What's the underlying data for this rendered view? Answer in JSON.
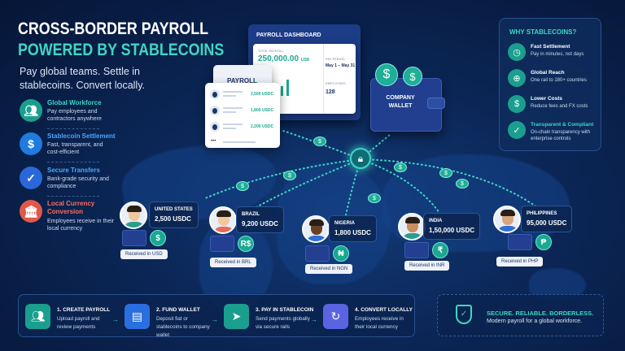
{
  "header": {
    "title_line1": "CROSS-BORDER PAYROLL",
    "title_line2": "POWERED BY STABLECOINS",
    "subtitle": "Pay global teams. Settle in stablecoins. Convert locally."
  },
  "features": [
    {
      "title": "Global Workforce",
      "desc": "Pay employees and contractors anywhere",
      "icon": "people-icon",
      "color": "#1a9f8f",
      "title_color": "#3fd6c4"
    },
    {
      "title": "Stablecoin Settlement",
      "desc": "Fast, transparent, and cost-efficient",
      "icon": "dollar-coin-icon",
      "color": "#1f7be0",
      "title_color": "#4aa6ff"
    },
    {
      "title": "Secure Transfers",
      "desc": "Bank-grade security and compliance",
      "icon": "shield-check-icon",
      "color": "#2a67d8",
      "title_color": "#4aa6ff"
    },
    {
      "title": "Local Currency Conversion",
      "desc": "Employees receive in their local currency",
      "icon": "bank-icon",
      "color": "#e0584a",
      "title_color": "#ff6b5b"
    }
  ],
  "dashboard": {
    "title": "PAYROLL DASHBOARD",
    "total_label": "TOTAL PAYROLL",
    "total_value": "250,000.00",
    "total_unit": "USD",
    "period_label": "PAY PERIOD",
    "period_value": "May 1 – May 31",
    "employees_label": "EMPLOYEES",
    "employees_value": "128"
  },
  "payroll_sheet": {
    "title": "PAYROLL",
    "rows": [
      "2,500 USDC",
      "1,800 USDC",
      "2,200 USDC"
    ]
  },
  "wallet": {
    "label": "COMPANY WALLET"
  },
  "why": {
    "heading": "WHY STABLECOINS?",
    "items": [
      {
        "title": "Fast Settlement",
        "desc": "Pay in minutes, not days",
        "icon": "clock-icon"
      },
      {
        "title": "Global Reach",
        "desc": "One rail to 180+ countries",
        "icon": "globe-icon"
      },
      {
        "title": "Lower Costs",
        "desc": "Reduce fees and FX costs",
        "icon": "dollar-icon"
      },
      {
        "title": "Transparent & Compliant",
        "desc": "On-chain transparency with enterprise controls",
        "icon": "shield-check-icon"
      }
    ]
  },
  "countries": [
    {
      "name": "UNITED STATES",
      "amount": "2,500 USDC",
      "currency_symbol": "$",
      "received": "Received in USD"
    },
    {
      "name": "BRAZIL",
      "amount": "9,200 USDC",
      "currency_symbol": "R$",
      "received": "Received in BRL"
    },
    {
      "name": "NIGERIA",
      "amount": "1,800 USDC",
      "currency_symbol": "₦",
      "received": "Received in NGN"
    },
    {
      "name": "INDIA",
      "amount": "1,50,000 USDC",
      "currency_symbol": "₹",
      "received": "Received in INR"
    },
    {
      "name": "PHILIPPINES",
      "amount": "95,000 USDC",
      "currency_symbol": "₱",
      "received": "Received in PHP"
    }
  ],
  "steps": [
    {
      "title": "1. CREATE PAYROLL",
      "desc": "Upload payroll and review payments",
      "icon": "people-icon",
      "color": "#1a9f8f"
    },
    {
      "title": "2. FUND WALLET",
      "desc": "Deposit fiat or stablecoins to company wallet",
      "icon": "document-check-icon",
      "color": "#2a6fe0"
    },
    {
      "title": "3. PAY IN STABLECOIN",
      "desc": "Send payments globally via secure rails",
      "icon": "paper-plane-icon",
      "color": "#1a9f8f"
    },
    {
      "title": "4. CONVERT LOCALLY",
      "desc": "Employees receive in their local currency",
      "icon": "refresh-icon",
      "color": "#5b64e0"
    }
  ],
  "tagline": {
    "title": "SECURE. RELIABLE. BORDERLESS.",
    "desc": "Modern payroll for a global workforce."
  }
}
